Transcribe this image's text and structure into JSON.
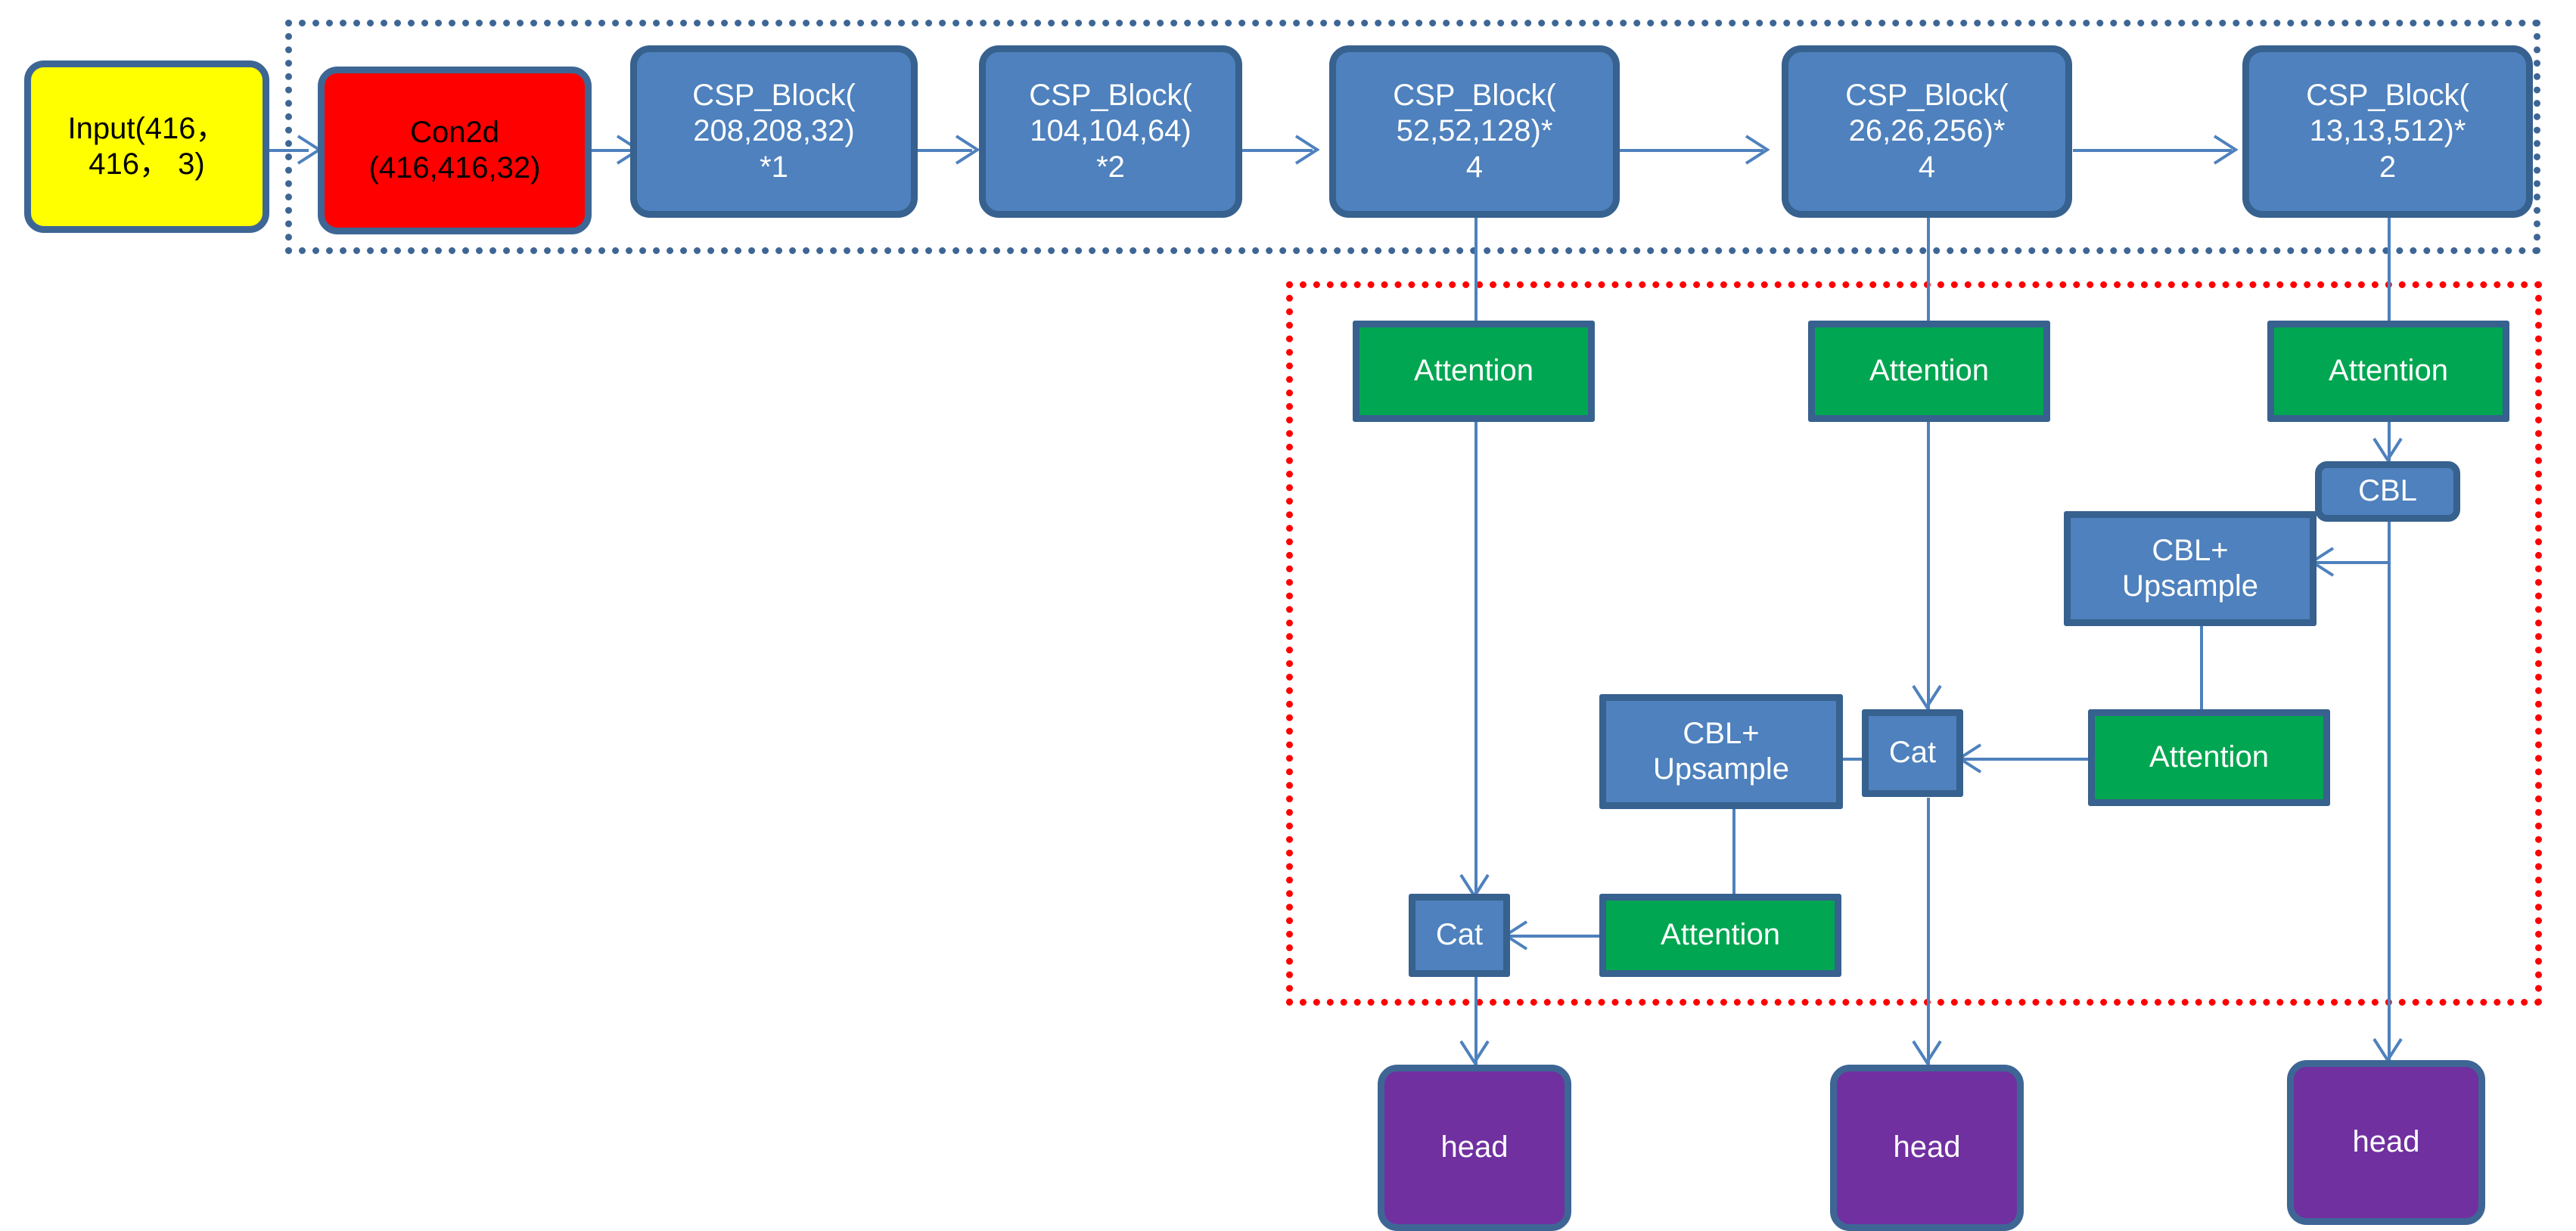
{
  "diagram": {
    "title": "YOLO-style backbone + attention neck + heads architecture",
    "colors": {
      "input_fill": "#FFFF00",
      "conv_fill": "#FF0000",
      "block_fill": "#4E81BD",
      "attention_fill": "#00A651",
      "head_fill": "#7030A0",
      "border": "#37618E",
      "edge": "#4E81BD",
      "backbone_frame": "#3E6695",
      "neck_frame": "#FF0000"
    }
  },
  "groups": [
    {
      "id": "backbone-frame",
      "style": "dotted-blue"
    },
    {
      "id": "neck-frame",
      "style": "dotted-red"
    }
  ],
  "nodes": {
    "input": {
      "label": "Input(416，\n416， 3)"
    },
    "conv": {
      "label": "Con2d\n(416,416,32)"
    },
    "csp1": {
      "label": "CSP_Block(\n208,208,32)\n*1"
    },
    "csp2": {
      "label": "CSP_Block(\n104,104,64)\n*2"
    },
    "csp3": {
      "label": "CSP_Block(\n52,52,128)*\n4"
    },
    "csp4": {
      "label": "CSP_Block(\n26,26,256)*\n4"
    },
    "csp5": {
      "label": "CSP_Block(\n13,13,512)*\n2"
    },
    "attn_left": {
      "label": "Attention"
    },
    "attn_mid": {
      "label": "Attention"
    },
    "attn_right": {
      "label": "Attention"
    },
    "cbl": {
      "label": "CBL"
    },
    "cbl_ups_top": {
      "label": "CBL+\nUpsample"
    },
    "attn_cat_top": {
      "label": "Attention"
    },
    "cat_top": {
      "label": "Cat"
    },
    "cbl_ups_bot": {
      "label": "CBL+\nUpsample"
    },
    "attn_cat_bot": {
      "label": "Attention"
    },
    "cat_bot": {
      "label": "Cat"
    },
    "head_left": {
      "label": "head"
    },
    "head_mid": {
      "label": "head"
    },
    "head_right": {
      "label": "head"
    }
  },
  "edges": [
    {
      "from": "input",
      "to": "conv",
      "kind": "arrow-right"
    },
    {
      "from": "conv",
      "to": "csp1",
      "kind": "arrow-right"
    },
    {
      "from": "csp1",
      "to": "csp2",
      "kind": "arrow-right"
    },
    {
      "from": "csp2",
      "to": "csp3",
      "kind": "arrow-right"
    },
    {
      "from": "csp3",
      "to": "csp4",
      "kind": "arrow-right"
    },
    {
      "from": "csp4",
      "to": "csp5",
      "kind": "arrow-right"
    },
    {
      "from": "csp3",
      "to": "attn_left",
      "kind": "line-down"
    },
    {
      "from": "csp4",
      "to": "attn_mid",
      "kind": "line-down"
    },
    {
      "from": "csp5",
      "to": "attn_right",
      "kind": "line-down"
    },
    {
      "from": "attn_right",
      "to": "cbl",
      "kind": "arrow-down"
    },
    {
      "from": "cbl",
      "to": "cbl_ups_top",
      "kind": "arrow-left"
    },
    {
      "from": "cbl",
      "to": "head_right",
      "kind": "arrow-down"
    },
    {
      "from": "cbl_ups_top",
      "to": "cat_top",
      "kind": "line-down"
    },
    {
      "from": "attn_cat_top",
      "to": "cat_top",
      "kind": "arrow-left"
    },
    {
      "from": "attn_mid",
      "to": "cat_top",
      "kind": "arrow-down"
    },
    {
      "from": "cat_top",
      "to": "cbl_ups_bot",
      "kind": "arrow-left"
    },
    {
      "from": "cat_top",
      "to": "head_mid",
      "kind": "arrow-down"
    },
    {
      "from": "cbl_ups_bot",
      "to": "attn_cat_bot",
      "kind": "line-down"
    },
    {
      "from": "attn_cat_bot",
      "to": "cat_bot",
      "kind": "arrow-left"
    },
    {
      "from": "attn_left",
      "to": "cat_bot",
      "kind": "arrow-down"
    },
    {
      "from": "cat_bot",
      "to": "head_left",
      "kind": "arrow-down"
    }
  ]
}
